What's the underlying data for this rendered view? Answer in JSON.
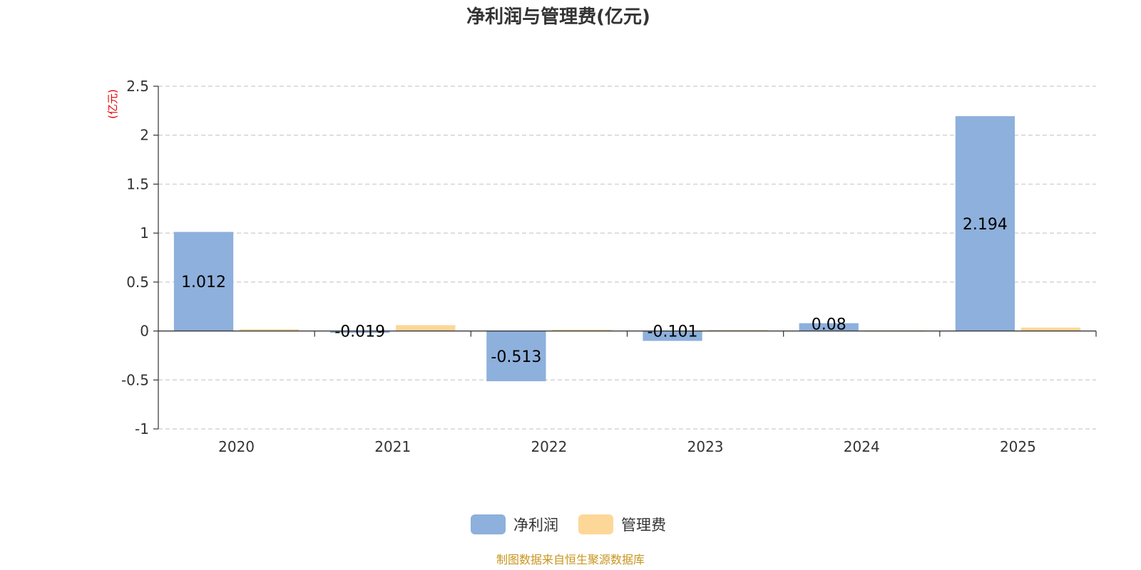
{
  "chart_data": {
    "type": "bar",
    "title": "净利润与管理费(亿元)",
    "y_unit_label": "(亿元)",
    "categories": [
      "2020",
      "2021",
      "2022",
      "2023",
      "2024",
      "2025"
    ],
    "series": [
      {
        "name": "净利润",
        "color": "#8eb0dc",
        "values": [
          1.012,
          -0.019,
          -0.513,
          -0.101,
          0.08,
          2.194
        ],
        "show_labels": true
      },
      {
        "name": "管理费",
        "color": "#fdd797",
        "values": [
          0.018,
          0.06,
          0.013,
          0.01,
          0.006,
          0.035
        ],
        "show_labels": false
      }
    ],
    "ylim": [
      -1,
      2.5
    ],
    "yticks": [
      -1,
      -0.5,
      0,
      0.5,
      1,
      1.5,
      2,
      2.5
    ],
    "ytick_labels": [
      "-1",
      "-0.5",
      "0",
      "0.5",
      "1",
      "1.5",
      "2",
      "2.5"
    ],
    "grid": true,
    "legend_position": "bottom-center",
    "source_text": "制图数据来自恒生聚源数据库"
  }
}
